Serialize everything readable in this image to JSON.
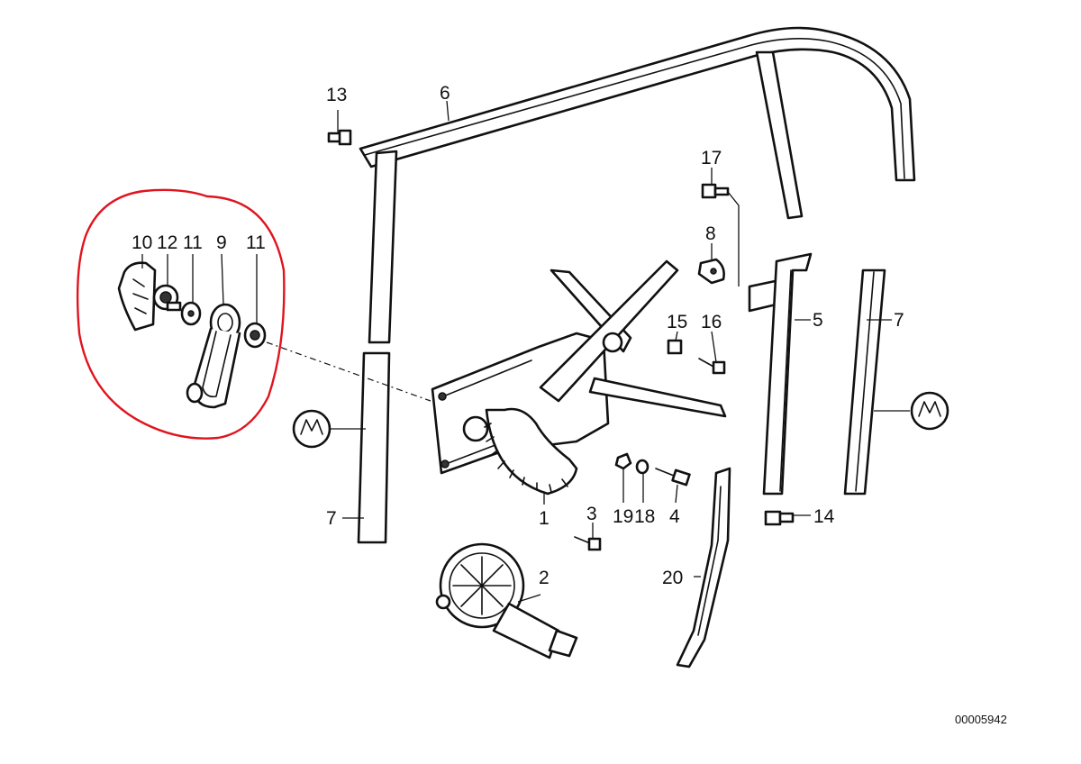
{
  "labels": {
    "l1": "1",
    "l2": "2",
    "l3": "3",
    "l4": "4",
    "l5": "5",
    "l6": "6",
    "l7a": "7",
    "l7b": "7",
    "l8": "8",
    "l9": "9",
    "l10": "10",
    "l11a": "11",
    "l11b": "11",
    "l12": "12",
    "l13": "13",
    "l14": "14",
    "l15": "15",
    "l16": "16",
    "l17": "17",
    "l18": "18",
    "l19": "19",
    "l20": "20"
  },
  "diagram_id": "00005942",
  "colors": {
    "line": "#111111",
    "highlight_circle": "#e0141e",
    "background": "#ffffff"
  },
  "icons": [
    "bmw-logo-badge-icon",
    "bmw-logo-badge-icon"
  ]
}
